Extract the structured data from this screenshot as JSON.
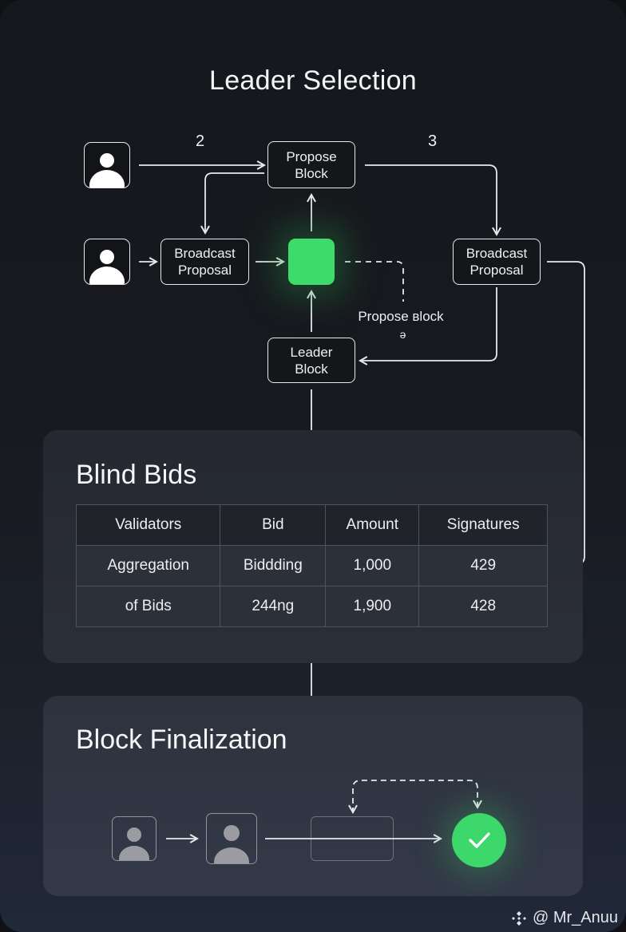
{
  "leader_selection": {
    "title": "Leader Selection",
    "step_labels": {
      "step_2": "2",
      "step_3": "3"
    },
    "nodes": {
      "propose_block": "Propose\nBlock",
      "broadcast_proposal_left": "Broadcast\nProposal",
      "broadcast_proposal_right": "Broadcast\nProposal",
      "leader_block": "Leader\nBlock"
    },
    "dashed_label": "Propose вlock",
    "dashed_sublabel": "ə",
    "colors": {
      "leader_node": "#3ddc6a",
      "line": "#e8e9ec"
    }
  },
  "blind_bids": {
    "title": "Blind Bids",
    "columns": [
      "Validators",
      "Bid",
      "Amount",
      "Signatures"
    ],
    "rows": [
      [
        "Aggregation",
        "Biddding",
        "1,000",
        "429"
      ],
      [
        "of Bids",
        "244ng",
        "1,900",
        "428"
      ]
    ]
  },
  "block_finalization": {
    "title": "Block Finalization",
    "colors": {
      "check": "#3dd86b"
    }
  },
  "watermark": {
    "handle": "@ Mr_Anuu"
  }
}
